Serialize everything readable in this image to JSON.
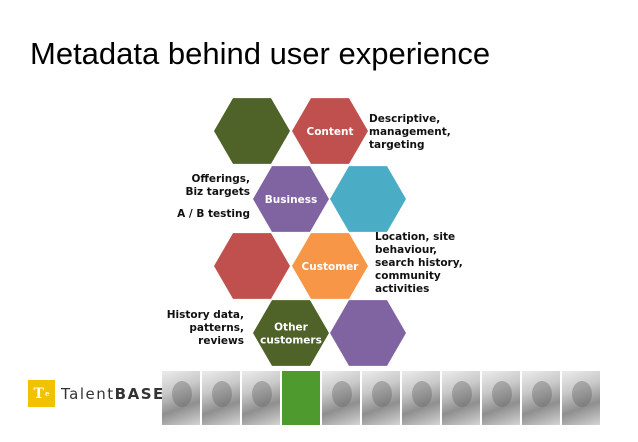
{
  "title": "Metadata behind user experience",
  "hexagons": [
    {
      "id": "top-left",
      "label": "",
      "color": "#4f6228"
    },
    {
      "id": "content",
      "label": "Content",
      "color": "#c0504d"
    },
    {
      "id": "business",
      "label": "Business",
      "color": "#8064a2"
    },
    {
      "id": "teal",
      "label": "",
      "color": "#4bacc6"
    },
    {
      "id": "red-left",
      "label": "",
      "color": "#c0504d"
    },
    {
      "id": "customer",
      "label": "Customer",
      "color": "#f79646"
    },
    {
      "id": "other-customers",
      "label_lines": [
        "Other",
        "customers"
      ],
      "color": "#4f6228"
    },
    {
      "id": "purple-right",
      "label": "",
      "color": "#8064a2"
    }
  ],
  "annotations": {
    "content": [
      "Descriptive,",
      "management,",
      "targeting"
    ],
    "business": [
      "Offerings,",
      "Biz targets"
    ],
    "ab_testing": "A / B testing",
    "customer": [
      "Location, site",
      "behaviour,",
      "search history,",
      "community",
      "activities"
    ],
    "other_customers": [
      "History data,",
      "patterns,",
      "reviews"
    ]
  },
  "logo": {
    "mark": "T",
    "mark_sup": "e",
    "text_light": "Talent",
    "text_bold": "BASE"
  },
  "colors": {
    "accent_yellow": "#f2c200",
    "photo_green": "#4f9a2e"
  }
}
